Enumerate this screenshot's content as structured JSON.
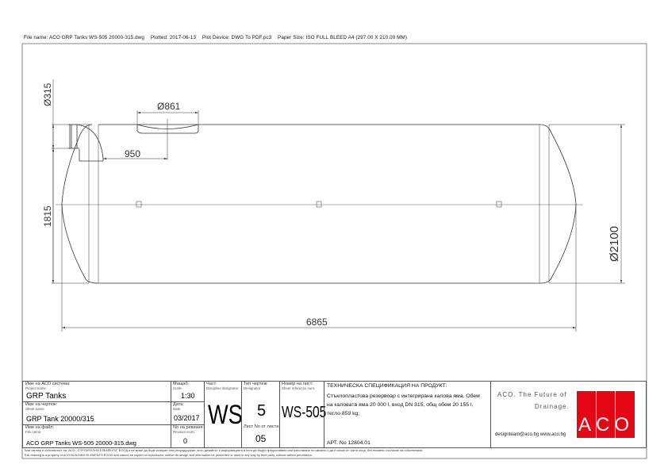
{
  "header": {
    "file_name": "File name: ACO GRP Tanks WS-505 20000-315.dwg",
    "plotted": "Plotted: 2017-06-13",
    "plot_device": "Plot Device: DWG To PDF.pc3",
    "paper_size": "Paper Size: ISO FULL BLEED A4 (297.00 X 210.00 MM)"
  },
  "dimensions": {
    "inlet_diameter": "Ø315",
    "manhole_diameter": "Ø861",
    "manhole_offset": "950",
    "inlet_height": "1815",
    "tank_diameter": "Ø2100",
    "tank_length": "6865"
  },
  "title_block": {
    "project_label": "Име на АСО система:",
    "project_label_en": "Project name",
    "project_value": "GRP Tanks",
    "sheet_label": "Име на чертеж:",
    "sheet_label_en": "Sheet name",
    "sheet_value": "GRP Tank 20000/315",
    "file_label": "Име на файл:",
    "file_label_en": "File name",
    "file_value": "ACO GRP Tanks WS-505 20000-315.dwg",
    "scale_label": "Мащаб:",
    "scale_label_en": "Scale",
    "scale_value": "1:30",
    "date_label": "Дата:",
    "date_label_en": "Date",
    "date_value": "03/2017",
    "revision_label": "No на ревизия:",
    "revision_label_en": "Revision num.",
    "revision_value": "0",
    "discipline_label": "Част:",
    "discipline_label_en": "Discipline designator",
    "discipline_value": "WS",
    "designator_label": "Тип чертеж:",
    "designator_label_en": "Designator",
    "designator_value": "5",
    "sheet_no_label": "Лист No от листа:",
    "sheet_no_value": "05",
    "sheet_ref_label": "Номер на лист:",
    "sheet_ref_label_en": "Sheet reference num.",
    "sheet_ref_value": "WS-505",
    "spec_title": "ТЕХНИЧЕСКА СПЕЦИФИКАЦИЯ НА ПРОДУКТ:",
    "spec_text": "Стъклопластова резервоар с интегрирана калова яма. Обем на каловата яма 20 000 l, вход DN 315, общ обем 20 155 l, тегло 859 kg;",
    "art_no": "АРТ. No 12804.01",
    "slogan_line1": "ACO. The Future of",
    "slogan_line2": "Drainage.",
    "contact": "designteam@aco.bg  www.aco.bg",
    "logo_text": "ACO",
    "logo_color": "#e30613"
  },
  "footer": {
    "line_bg": "Този чертеж е собственост на \"АСО - СТРОИТЕЛНИ ЕЛЕМЕНТИ\" ЕООД и не може да бъде копиран или репродуциран, нито дизайнът и информацията в него да бъдат предоставяни или използвани по какъвто и да е начин от трети лица, без писмено съгласие на собственика.",
    "line_en": "This drawing is a property of ACO BUILDING ELEMENTS EOOD and cannot be copied or reproduced, neither its design and information be presented or used in any way by third party, without written permission."
  }
}
